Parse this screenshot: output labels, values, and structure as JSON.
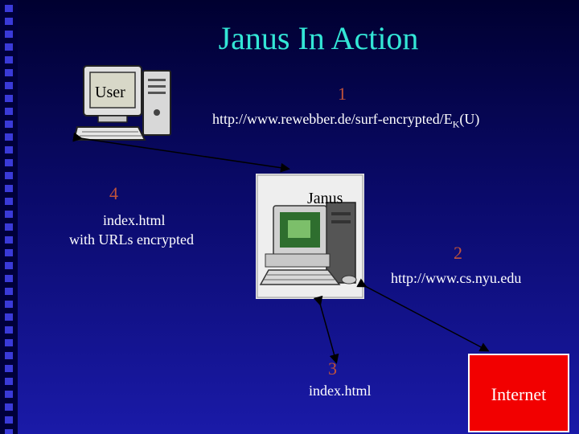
{
  "slide": {
    "title": "Janus In Action",
    "user_label": "User",
    "step1": "1",
    "request_url_prefix": "http://www.rewebber.de/surf-encrypted/E",
    "request_url_sub": "K",
    "request_url_suffix": "(U)",
    "step4": "4",
    "response_line1": "index.html",
    "response_line2": "with URLs encrypted",
    "janus_label": "Janus",
    "step2": "2",
    "fetch_url": "http://www.cs.nyu.edu",
    "step3": "3",
    "step3_text": "index.html",
    "internet_label": "Internet"
  },
  "colors": {
    "title": "#33e6d6",
    "step_number": "#c0533a",
    "internet_box": "#f20000"
  }
}
